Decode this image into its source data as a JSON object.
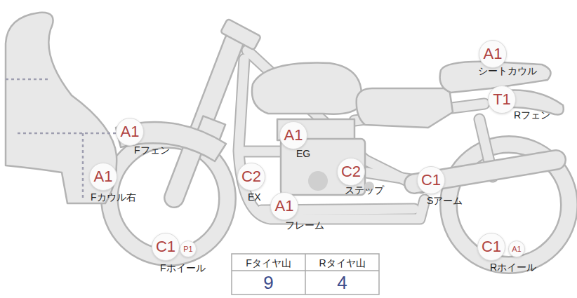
{
  "diagram": {
    "nodes": [
      {
        "text": [
          "A1",
          "シートカウル"
        ]
      },
      {
        "text": [
          "T1",
          "Rフェン"
        ]
      },
      {
        "text": [
          "A1",
          "Fフェン"
        ]
      },
      {
        "text": [
          "A1",
          "EG"
        ]
      },
      {
        "text": [
          "A1",
          "Fカウル右"
        ]
      },
      {
        "text": [
          "C2",
          "EX"
        ]
      },
      {
        "text": [
          "C2",
          "ステップ"
        ]
      },
      {
        "text": [
          "C1",
          "Sアーム"
        ]
      },
      {
        "text": [
          "A1",
          "フレーム"
        ]
      },
      {
        "text": [
          "C1",
          "Fホイール"
        ]
      },
      {
        "text": [
          "P1"
        ]
      },
      {
        "text": [
          "C1",
          "Rホイール"
        ]
      },
      {
        "text": [
          "A1"
        ]
      }
    ],
    "labels": [
      "Fタイヤ山",
      "Rタイヤ山",
      "9",
      "4"
    ]
  }
}
